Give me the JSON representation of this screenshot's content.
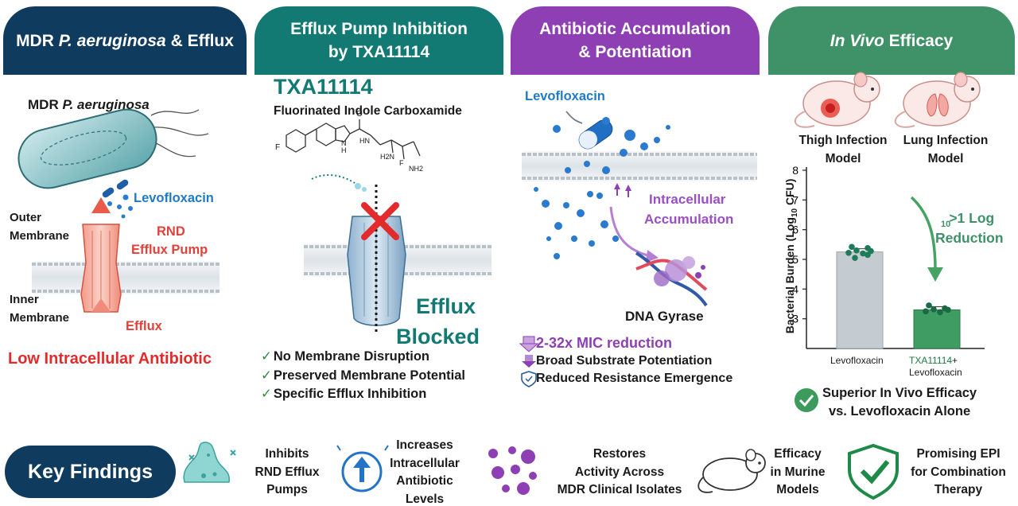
{
  "panels": [
    {
      "title_pre": "MDR ",
      "title_em": "P. aeruginosa",
      "title_post": " & Efflux"
    },
    {
      "title_line1": "Efflux Pump Inhibition",
      "title_line2": "by TXA11114"
    },
    {
      "title_line1": "Antibiotic Accumulation",
      "title_line2": "& Potentiation"
    },
    {
      "title_em": "In Vivo",
      "title_post": " Efficacy"
    }
  ],
  "panel1": {
    "organism_pre": "MDR ",
    "organism_em": "P. aeruginosa",
    "antibiotic": "Levofloxacin",
    "outer_membrane_1": "Outer",
    "outer_membrane_2": "Membrane",
    "pump_1": "RND",
    "pump_2": "Efflux Pump",
    "inner_membrane_1": "Inner",
    "inner_membrane_2": "Membrane",
    "efflux": "Efflux",
    "conclusion": "Low Intracellular Antibiotic"
  },
  "panel2": {
    "compound": "TXA11114",
    "compound_class": "Fluorinated Indole Carboxamide",
    "atoms": {
      "f": "F",
      "o": "O",
      "nh_ring": "N",
      "h_ring": "H",
      "nh_amide": "H",
      "n_amide": "N",
      "nh2_a": "H2N",
      "nh2_b": "NH2",
      "f2": "F"
    },
    "blocked_1": "Efflux",
    "blocked_2": "Blocked",
    "benefits": [
      "No Membrane Disruption",
      "Preserved Membrane Potential",
      "Specific Efflux Inhibition"
    ],
    "check_glyph": "✓"
  },
  "panel3": {
    "antibiotic": "Levofloxacin",
    "accum_1": "Intracellular",
    "accum_2": "Accumulation",
    "target": "DNA Gyrase",
    "features": [
      "2-32x MIC reduction",
      "Broad Substrate Potentiation",
      "Reduced Resistance Emergence"
    ]
  },
  "panel4": {
    "model_1a": "Thigh Infection",
    "model_1b": "Model",
    "model_2a": "Lung Infection",
    "model_2b": "Model",
    "ylabel_pre": "Bacterial Burden (Log",
    "ylabel_sub": "10",
    "ylabel_post": " CFU)",
    "reduction_1": ">1 Log",
    "reduction_sub": "10",
    "reduction_2": "Reduction",
    "xlabel_1": "Levofloxacin",
    "xlabel_2a": "TXA11114",
    "xlabel_2b": "+",
    "xlabel_2c": "Levofloxacin",
    "verdict_1": "Superior In Vivo Efficacy",
    "verdict_2": "vs. Levofloxacin Alone"
  },
  "chart_data": {
    "type": "bar",
    "categories": [
      "Levofloxacin",
      "TXA11114 + Levofloxacin"
    ],
    "values": [
      5.25,
      3.3
    ],
    "ylabel": "Bacterial Burden (Log10 CFU)",
    "ylim": [
      2,
      8
    ],
    "yticks": [
      3,
      4,
      5,
      6,
      7,
      8
    ],
    "points": [
      [
        5.42,
        5.38,
        5.3,
        5.28,
        5.22,
        5.2,
        5.15,
        5.05
      ],
      [
        3.45,
        3.35,
        3.32,
        3.3,
        3.25,
        3.22
      ]
    ],
    "colors": [
      "#c5ccd1",
      "#3f9c62"
    ],
    "point_colors": [
      "#1f7a5a",
      "#1f7a5a"
    ]
  },
  "key_findings": {
    "label": "Key Findings",
    "items": [
      {
        "lines": [
          "Inhibits",
          "RND Efflux",
          "Pumps"
        ]
      },
      {
        "lines": [
          "Increases",
          "Intracellular",
          "Antibiotic",
          "Levels"
        ]
      },
      {
        "lines": [
          "Restores",
          "Activity Across",
          "MDR  Clinical Isolates"
        ]
      },
      {
        "lines": [
          "Efficacy",
          "in Murine",
          "Models"
        ]
      },
      {
        "lines": [
          "Promising EPI",
          "for Combination",
          "Therapy"
        ]
      }
    ]
  },
  "colors": {
    "navy": "#0f3b5f",
    "teal": "#137a73",
    "purple": "#8e3fb3",
    "green": "#3f9167",
    "red": "#e0413a",
    "blue": "#1f7ac8"
  }
}
